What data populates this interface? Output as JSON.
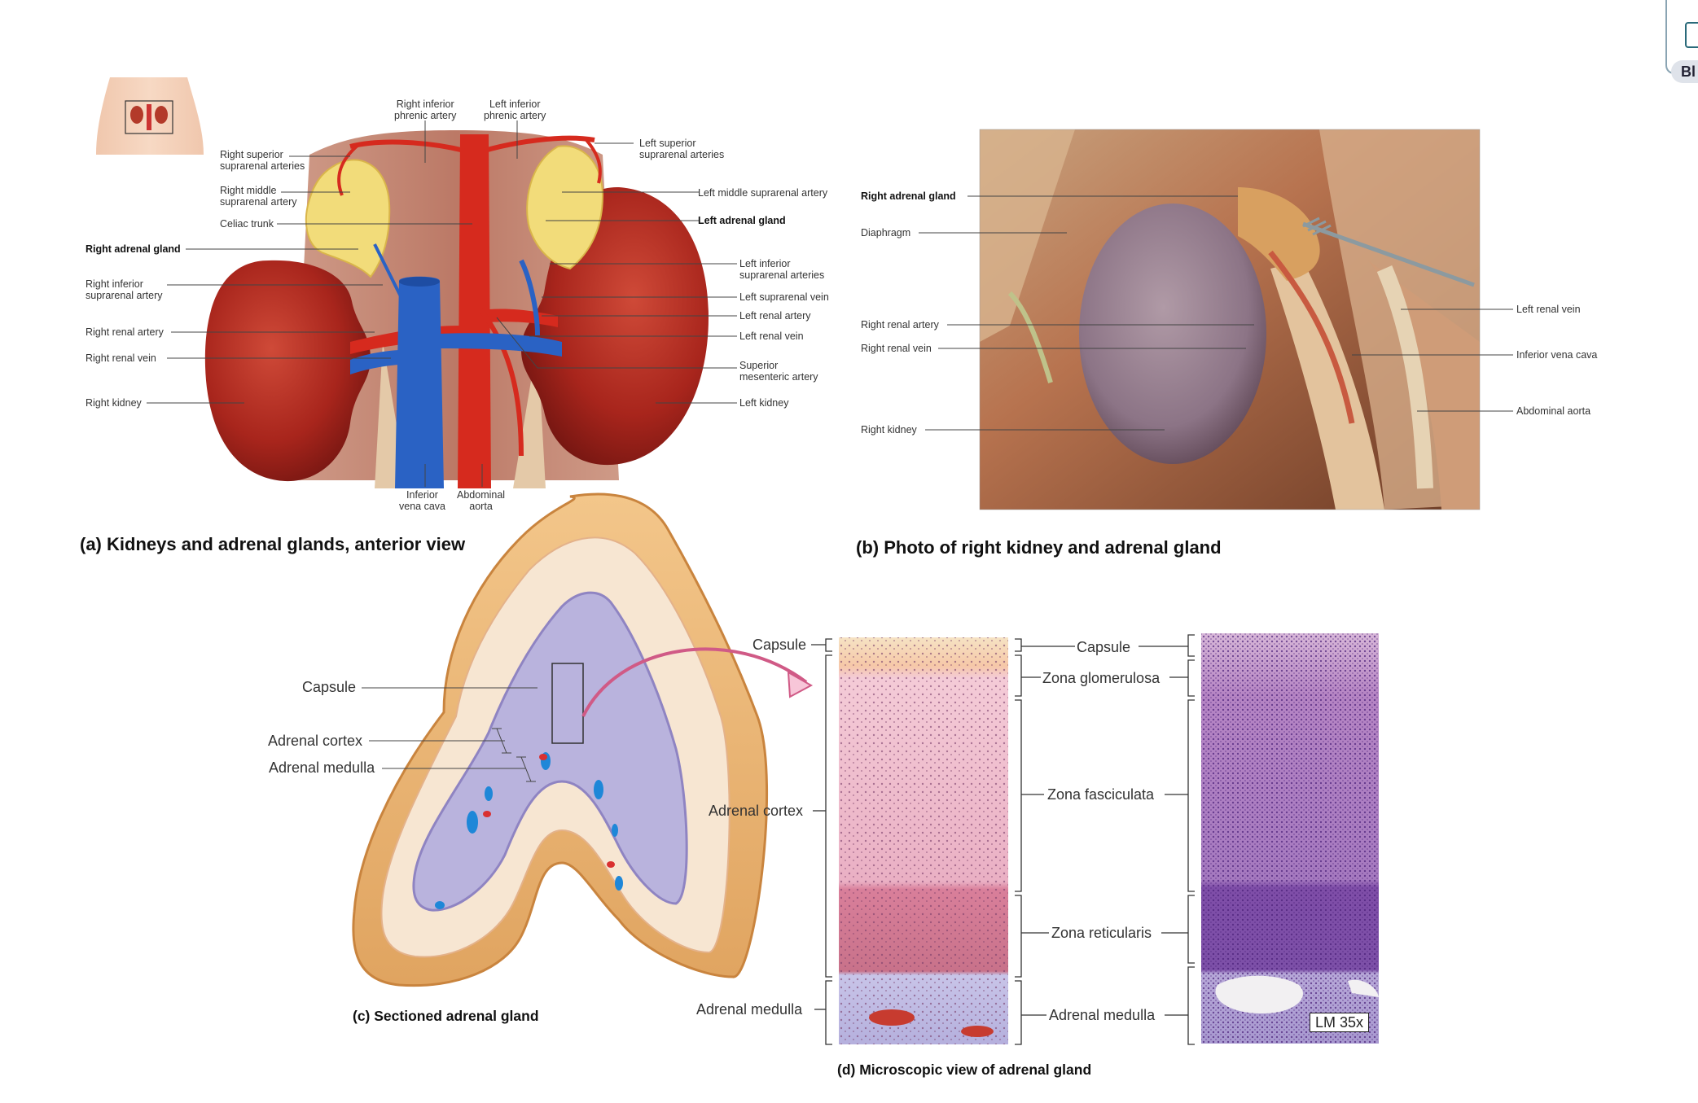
{
  "panel_a": {
    "caption": "(a) Kidneys and adrenal glands, anterior view",
    "labels": {
      "right_inferior_phrenic": "Right inferior\nphrenic artery",
      "left_inferior_phrenic": "Left inferior\nphrenic artery",
      "left_superior_suprarenal": "Left superior\nsuprarenal arteries",
      "right_superior_suprarenal": "Right superior\nsuprarenal arteries",
      "right_middle_suprarenal": "Right middle\nsuprarenal artery",
      "left_middle_suprarenal": "Left middle suprarenal artery",
      "celiac_trunk": "Celiac trunk",
      "left_adrenal_gland": "Left adrenal gland",
      "right_adrenal_gland": "Right adrenal gland",
      "left_inferior_suprarenal": "Left inferior\nsuprarenal arteries",
      "right_inferior_suprarenal": "Right inferior\nsuprarenal artery",
      "left_suprarenal_vein": "Left suprarenal vein",
      "left_renal_artery": "Left renal artery",
      "right_renal_artery": "Right renal artery",
      "left_renal_vein": "Left renal vein",
      "right_renal_vein": "Right renal vein",
      "superior_mesenteric": "Superior\nmesenteric artery",
      "right_kidney": "Right kidney",
      "left_kidney": "Left kidney",
      "inferior_vena_cava": "Inferior\nvena cava",
      "abdominal_aorta": "Abdominal\naorta"
    }
  },
  "panel_b": {
    "caption": "(b) Photo of right kidney and adrenal gland",
    "labels": {
      "right_adrenal_gland": "Right adrenal gland",
      "diaphragm": "Diaphragm",
      "right_renal_artery": "Right renal artery",
      "right_renal_vein": "Right renal vein",
      "right_kidney": "Right kidney",
      "left_renal_vein": "Left renal vein",
      "inferior_vena_cava": "Inferior vena cava",
      "abdominal_aorta": "Abdominal aorta"
    }
  },
  "panel_c": {
    "caption": "(c) Sectioned adrenal gland",
    "labels": {
      "capsule": "Capsule",
      "adrenal_cortex": "Adrenal cortex",
      "adrenal_medulla": "Adrenal medulla"
    }
  },
  "panel_d": {
    "caption": "(d) Microscopic view of adrenal gland",
    "left_labels": {
      "capsule": "Capsule",
      "adrenal_cortex": "Adrenal cortex",
      "adrenal_medulla": "Adrenal medulla"
    },
    "right_labels": {
      "capsule": "Capsule",
      "zona_glomerulosa": "Zona glomerulosa",
      "zona_fasciculata": "Zona fasciculata",
      "zona_reticularis": "Zona reticularis",
      "adrenal_medulla": "Adrenal medulla"
    },
    "magnification": "LM 35x"
  },
  "corner_button": "Bl",
  "colors": {
    "kidney": "#a8251c",
    "adrenal": "#f2dc7a",
    "artery": "#d62a1e",
    "vein": "#2a62c4",
    "cortex": "#e9a3b8",
    "medulla": "#b9b3dd",
    "histology": "#9b6fb8"
  }
}
